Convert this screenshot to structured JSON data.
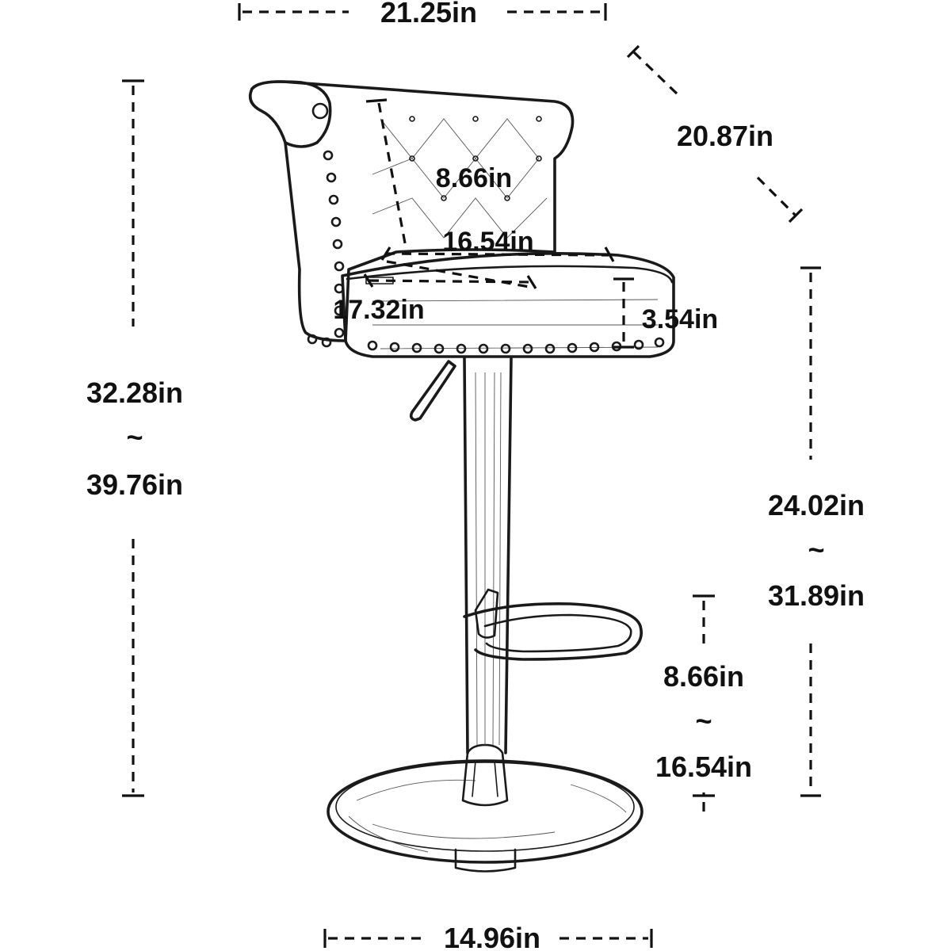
{
  "dimensions": {
    "overall_width": "21.25in",
    "overall_depth": "20.87in",
    "backrest_height": "8.66in",
    "seat_width": "16.54in",
    "seat_depth": "17.32in",
    "seat_thickness": "3.54in",
    "total_height_min": "32.28in",
    "total_height_separator": "~",
    "total_height_max": "39.76in",
    "seat_height_min": "24.02in",
    "seat_height_separator": "~",
    "seat_height_max": "31.89in",
    "footrest_height_min": "8.66in",
    "footrest_height_separator": "~",
    "footrest_height_max": "16.54in",
    "base_diameter": "14.96in"
  },
  "icons": {
    "product": "bar-stool-line-drawing"
  },
  "colors": {
    "ink": "#111111",
    "background": "#ffffff"
  }
}
